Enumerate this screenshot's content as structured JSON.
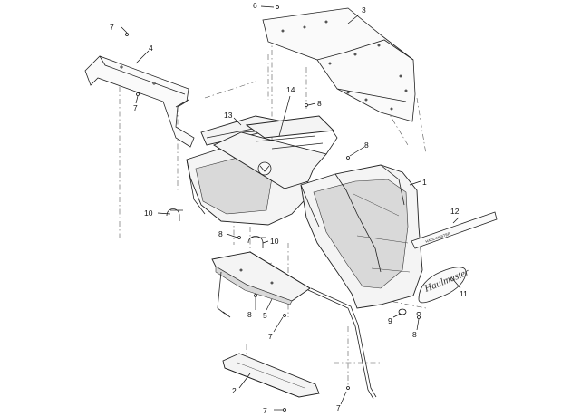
{
  "callouts": {
    "c1": "1",
    "c2": "2",
    "c3": "3",
    "c4": "4",
    "c5": "5",
    "c6": "6",
    "c7a": "7",
    "c7b": "7",
    "c7c": "7",
    "c7d": "7",
    "c7e": "7",
    "c8a": "8",
    "c8b": "8",
    "c8c": "8",
    "c8d": "8",
    "c8e": "8",
    "c9": "9",
    "c10a": "10",
    "c10b": "10",
    "c11": "11",
    "c12": "12",
    "c13": "13",
    "c14": "14"
  },
  "decal_text": "HAUL-MASTER",
  "logo_text": "Haulmaster"
}
